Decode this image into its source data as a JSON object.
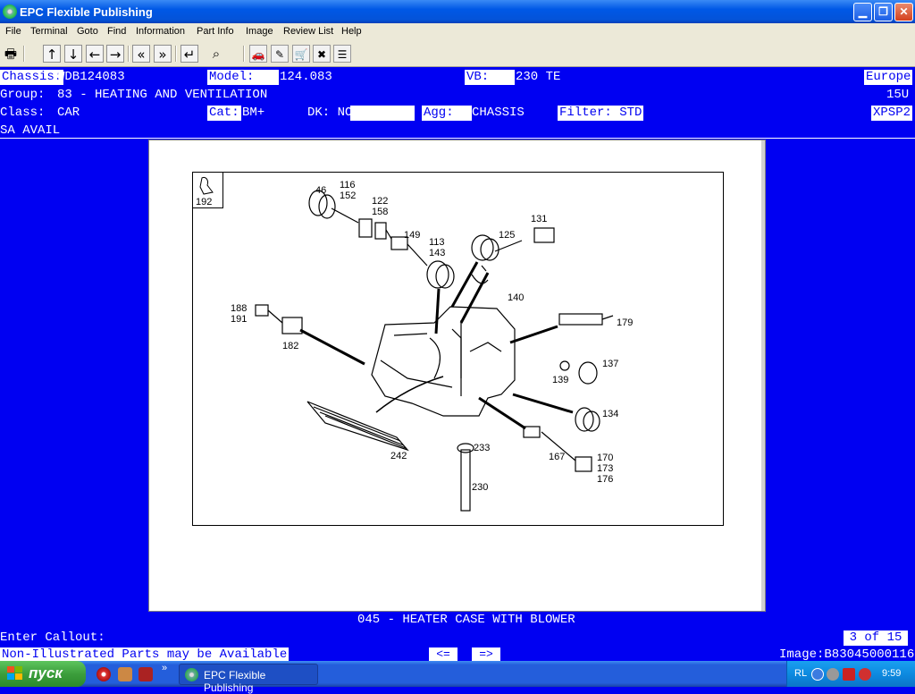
{
  "window": {
    "title": "EPC Flexible Publishing"
  },
  "menu": [
    "File",
    "Terminal",
    "Goto",
    "Find",
    "Information",
    "Part Info",
    "Image",
    "Review List",
    "Help"
  ],
  "header": {
    "chassis_label": "Chassis:",
    "chassis_value": "WDB124083",
    "model_label": "Model:",
    "model_value": "124.083",
    "vb_label": "VB:",
    "vb_value": "230 TE",
    "region": "Europe",
    "group_label": "Group:",
    "group_value": "83 - HEATING AND VENTILATION",
    "group_code": "15U",
    "class_label": "Class:",
    "class_value": "CAR",
    "cat_label": "Cat:",
    "cat_value": "BM+",
    "dk_label": "DK: NO",
    "agg_label": "Agg:",
    "agg_value": "CHASSIS",
    "filter_label": "Filter: STD",
    "system_code": "XPSP2",
    "sa_avail": "SA AVAIL"
  },
  "diagram": {
    "corner_callout": "192",
    "callouts": [
      "116\n152",
      "122\n158",
      "149",
      "113\n143",
      "125",
      "131",
      "140",
      "188\n191",
      "182",
      "179",
      "137",
      "139",
      "134",
      "242",
      "233",
      "230",
      "167",
      "170\n173\n176",
      "46"
    ]
  },
  "footer": {
    "image_title": "045 - HEATER CASE WITH BLOWER",
    "prompt": "Enter Callout:",
    "page_indicator": "3 of 15",
    "notice": "Non-Illustrated Parts may be Available",
    "prev_button": "<=",
    "next_button": "=>",
    "image_id": "Image:B83045000116"
  },
  "taskbar": {
    "start_label": "пуск",
    "task_label": "EPC Flexible Publishing",
    "lang": "RL",
    "clock": "9:59"
  }
}
